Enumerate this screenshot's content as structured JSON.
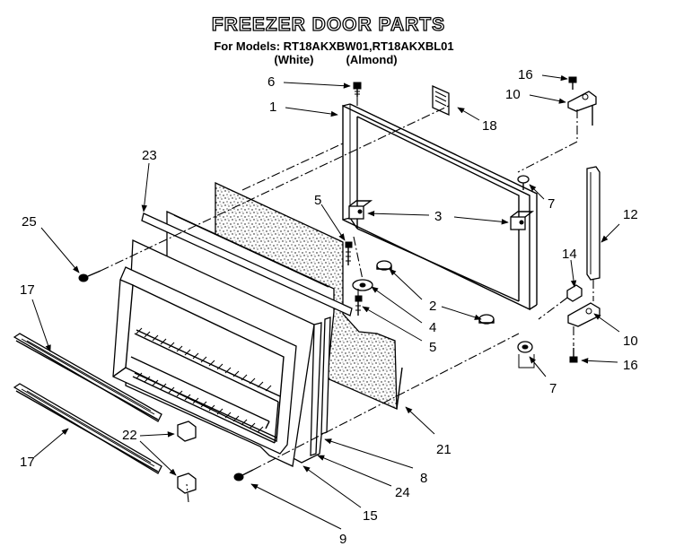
{
  "header": {
    "title": "FREEZER DOOR PARTS",
    "models_line": "For Models: RT18AKXBW01,RT18AKXBL01",
    "colors_line": "(White)          (Almond)"
  },
  "callouts": {
    "c1": "1",
    "c2": "2",
    "c3a": "3",
    "c3b": "3",
    "c4": "4",
    "c5a": "5",
    "c5b": "5",
    "c6": "6",
    "c7a": "7",
    "c7b": "7",
    "c8": "8",
    "c9": "9",
    "c10a": "10",
    "c10b": "10",
    "c12": "12",
    "c14": "14",
    "c15": "15",
    "c16a": "16",
    "c16b": "16",
    "c17a": "17",
    "c17b": "17",
    "c18": "18",
    "c21": "21",
    "c22": "22",
    "c23": "23",
    "c24": "24",
    "c25": "25"
  },
  "colors": {
    "ink": "#000000",
    "paper": "#ffffff"
  }
}
